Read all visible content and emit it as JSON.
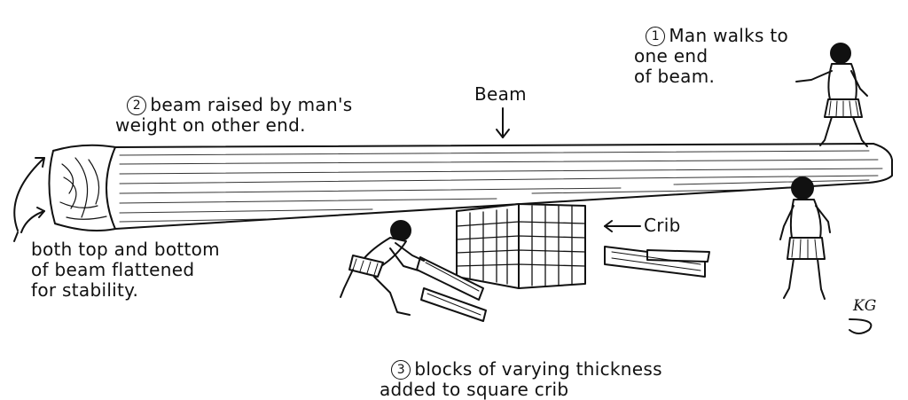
{
  "notes": {
    "step1": {
      "number": "1",
      "text": "Man walks to\none end\nof beam."
    },
    "step2": {
      "number": "2",
      "text": "beam raised by man's\nweight on other end."
    },
    "step3": {
      "number": "3",
      "text": "blocks of varying thickness\nadded to square crib"
    },
    "flatten": "both top and bottom\nof beam flattened\nfor stability."
  },
  "labels": {
    "beam": "Beam",
    "crib": "Crib"
  },
  "signature": "KG",
  "colors": {
    "ink": "#111111",
    "paper": "#ffffff"
  }
}
